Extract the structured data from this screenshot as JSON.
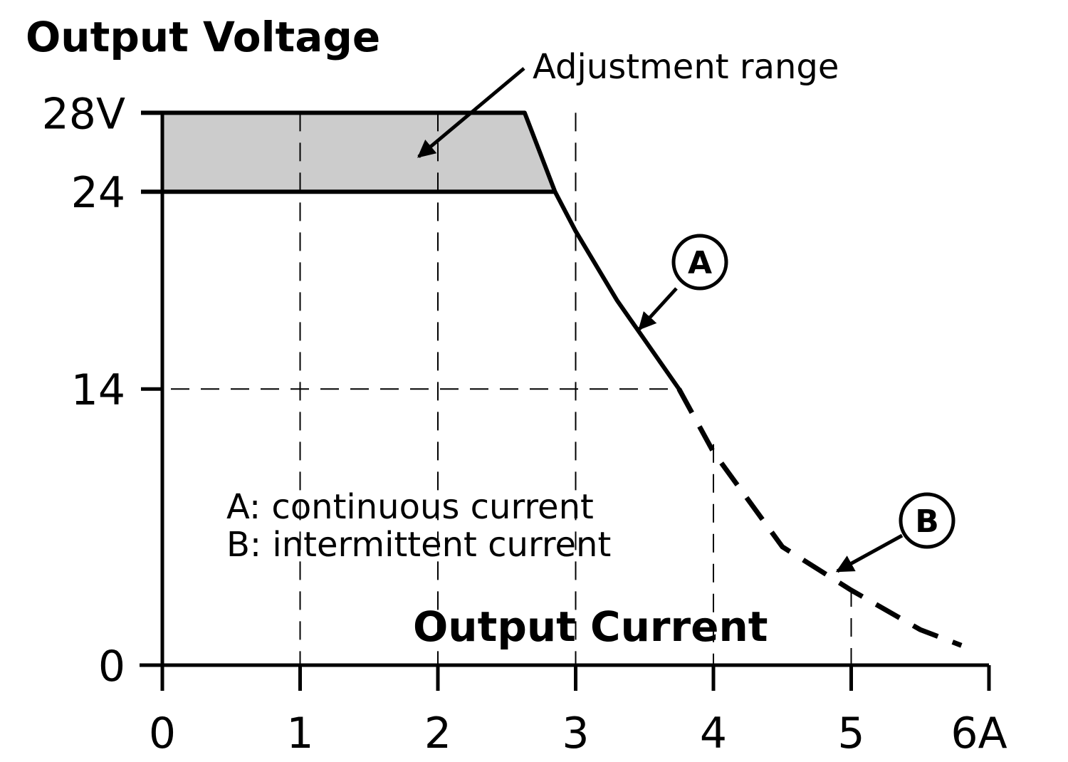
{
  "chart_data": {
    "type": "line",
    "ylabel": "Output Voltage",
    "xlabel": "Output Current",
    "xlim": [
      0,
      6
    ],
    "ylim": [
      0,
      28
    ],
    "x_ticks": [
      0,
      1,
      2,
      3,
      4,
      5,
      6
    ],
    "x_tick_labels": [
      "0",
      "1",
      "2",
      "3",
      "4",
      "5",
      "6A"
    ],
    "y_ticks": [
      0,
      14,
      24,
      28
    ],
    "y_tick_labels": [
      "0",
      "14",
      "24",
      "28V"
    ],
    "adjustment_range": {
      "label": "Adjustment range",
      "y_from": 24,
      "y_to": 28,
      "x_corner_top": 2.63,
      "x_corner_bottom": 2.85,
      "fill_color": "#cccccc"
    },
    "series": [
      {
        "name": "A",
        "style": "solid",
        "x": [
          2.63,
          2.85,
          3.0,
          3.3,
          3.6,
          3.75
        ],
        "y": [
          28,
          24,
          22,
          18.5,
          15.5,
          14
        ]
      },
      {
        "name": "B",
        "style": "dashed",
        "x": [
          3.75,
          4.0,
          4.5,
          5.0,
          5.5,
          5.8
        ],
        "y": [
          14,
          10.8,
          6,
          3.8,
          1.8,
          1
        ]
      }
    ],
    "notes": [
      "A: continuous current",
      "B: intermittent current"
    ],
    "gridlines": "dashed at x=1..5 and y=14"
  }
}
